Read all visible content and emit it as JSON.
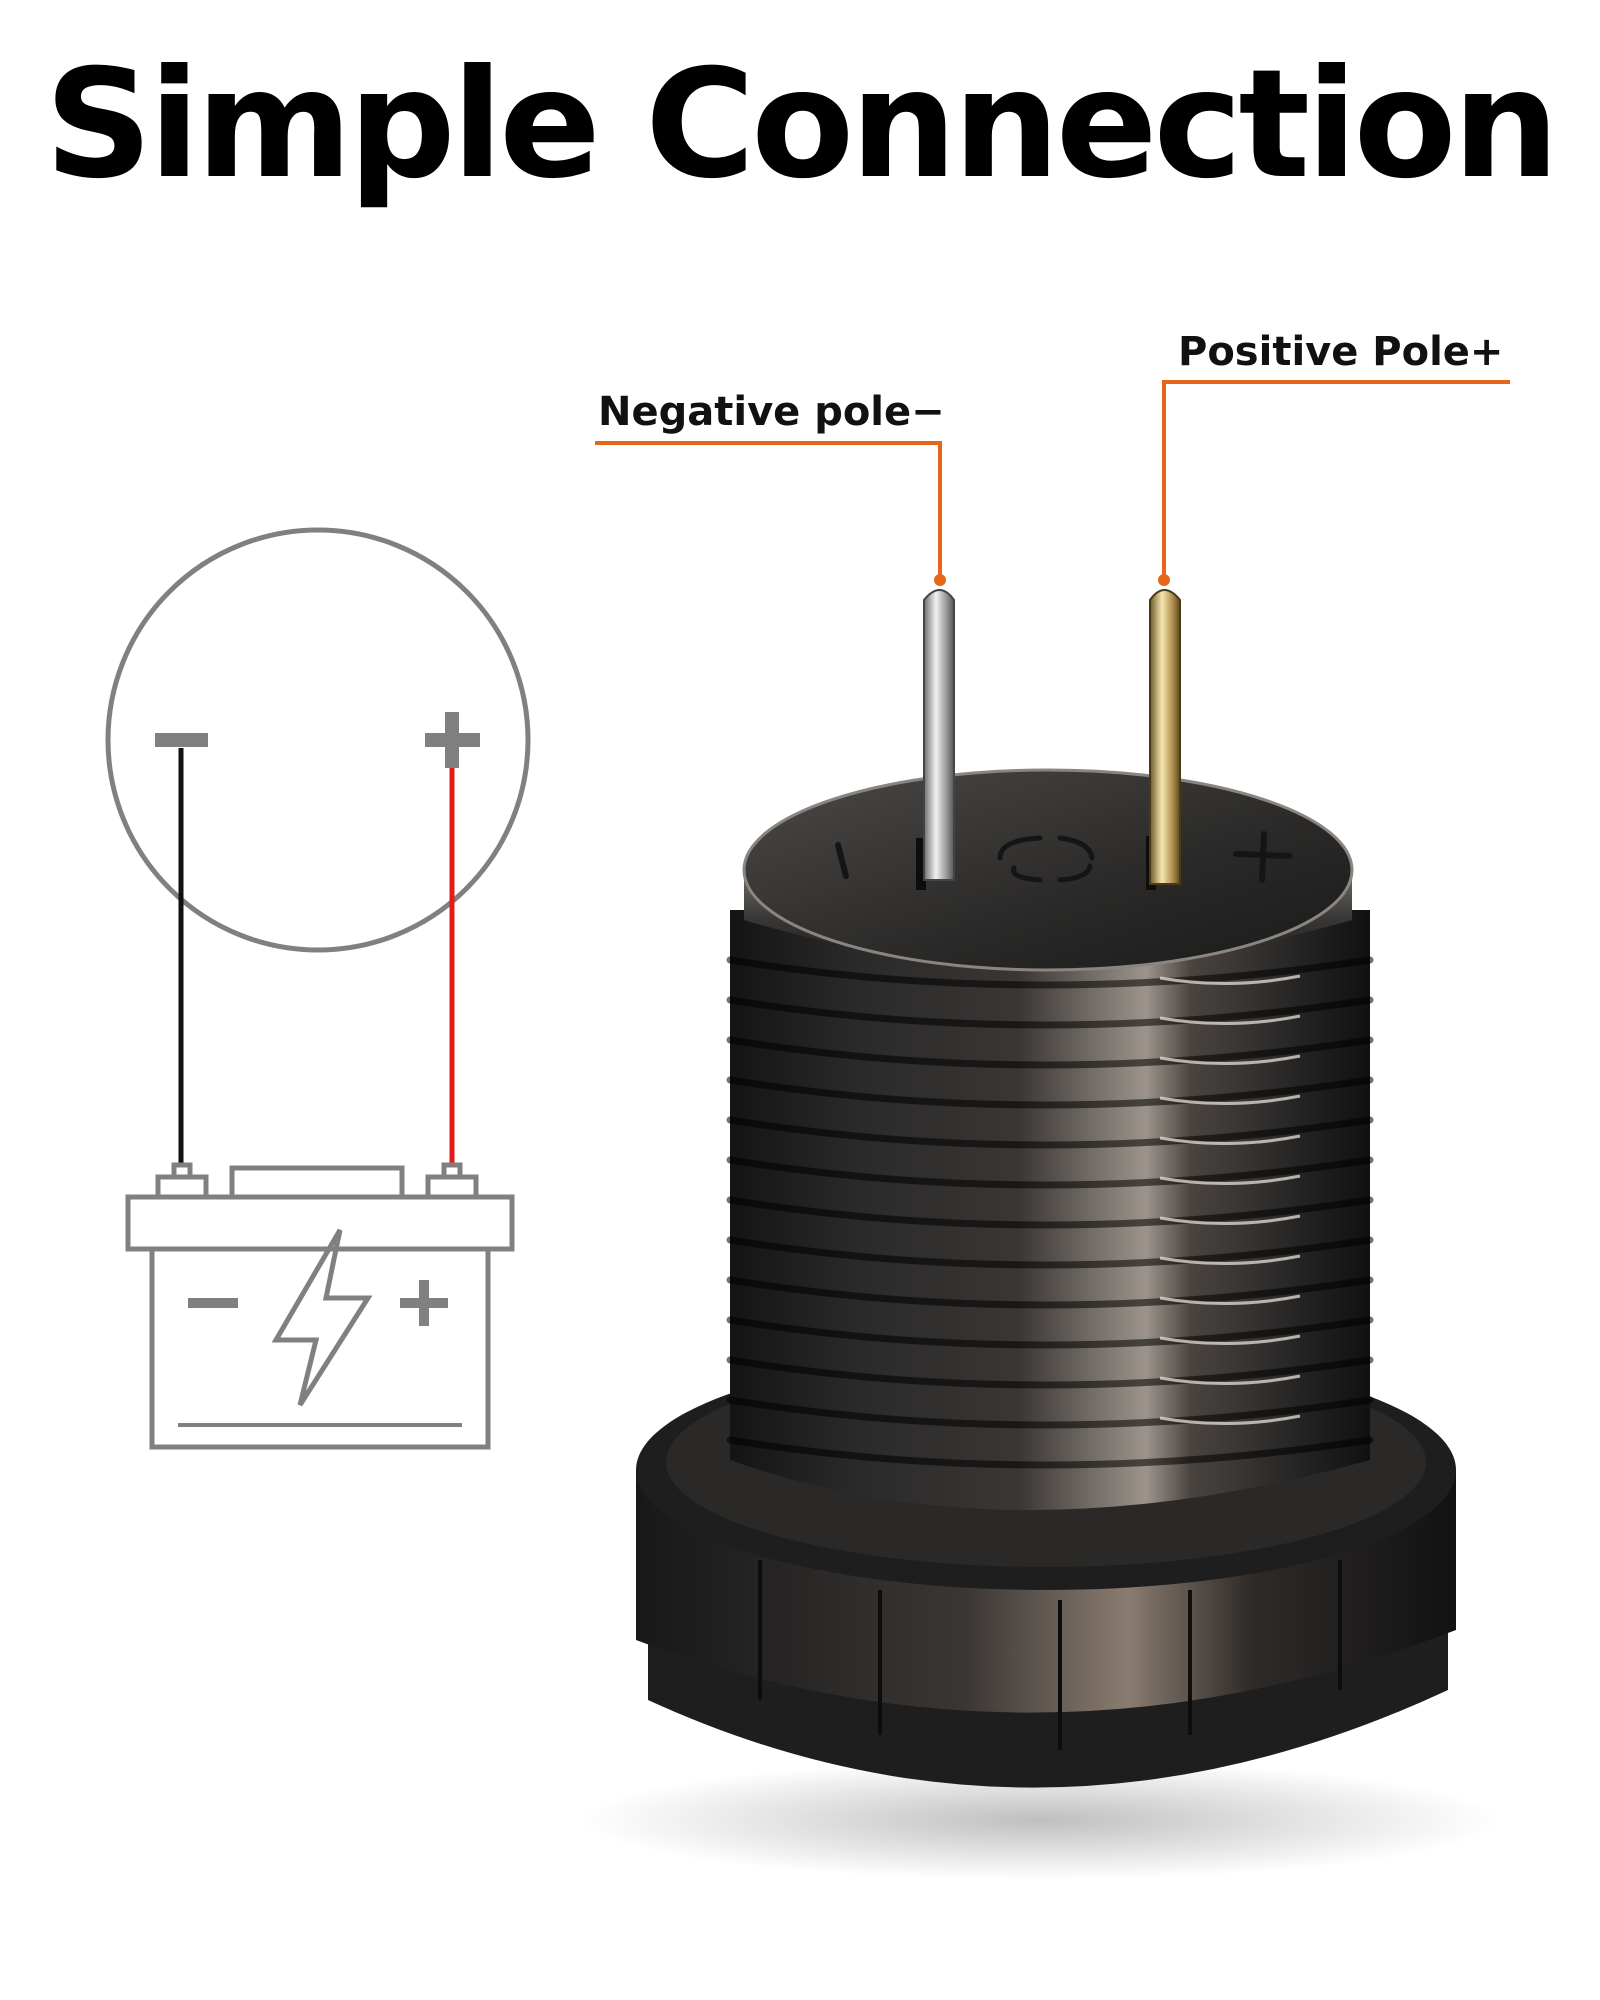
{
  "title": "Simple Connection",
  "labels": {
    "negative": "Negative pole−",
    "positive": "Positive Pole+"
  },
  "colors": {
    "leader": "#e8661c",
    "wire_negative": "#111111",
    "wire_positive": "#e51a1a",
    "schematic_gray": "#808080"
  }
}
